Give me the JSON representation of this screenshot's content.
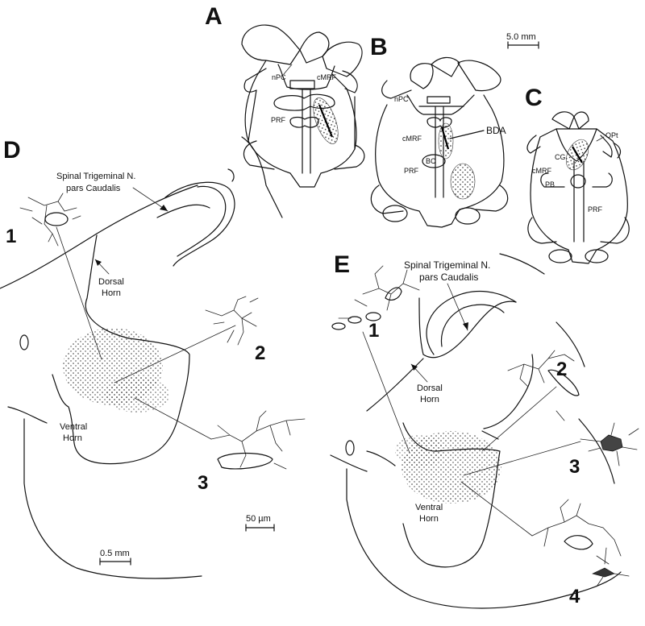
{
  "panels": {
    "A": {
      "letter": "A",
      "labels": {
        "nPC": "nPC",
        "cMRF": "cMRF",
        "PRF": "PRF"
      }
    },
    "B": {
      "letter": "B",
      "labels": {
        "nPC": "nPC",
        "cMRF": "cMRF",
        "PRF": "PRF",
        "BC": "BC",
        "BDA": "BDA"
      }
    },
    "C": {
      "letter": "C",
      "labels": {
        "OPt": "OPt",
        "CG": "CG",
        "cMRF": "cMRF",
        "PB": "PB",
        "PRF": "PRF"
      }
    },
    "D": {
      "letter": "D",
      "labels": {
        "spinal_line1": "Spinal Trigeminal N.",
        "spinal_line2": "pars Caudalis",
        "dorsal_line1": "Dorsal",
        "dorsal_line2": "Horn",
        "ventral_line1": "Ventral",
        "ventral_line2": "Horn"
      },
      "insets": [
        "1",
        "2",
        "3"
      ]
    },
    "E": {
      "letter": "E",
      "labels": {
        "spinal_line1": "Spinal Trigeminal N.",
        "spinal_line2": "pars Caudalis",
        "dorsal_line1": "Dorsal",
        "dorsal_line2": "Horn",
        "ventral_line1": "Ventral",
        "ventral_line2": "Horn"
      },
      "insets": [
        "1",
        "2",
        "3",
        "4"
      ]
    }
  },
  "scale_bars": {
    "top": "5.0 mm",
    "middle": "50 µm",
    "bottom": "0.5 mm"
  }
}
